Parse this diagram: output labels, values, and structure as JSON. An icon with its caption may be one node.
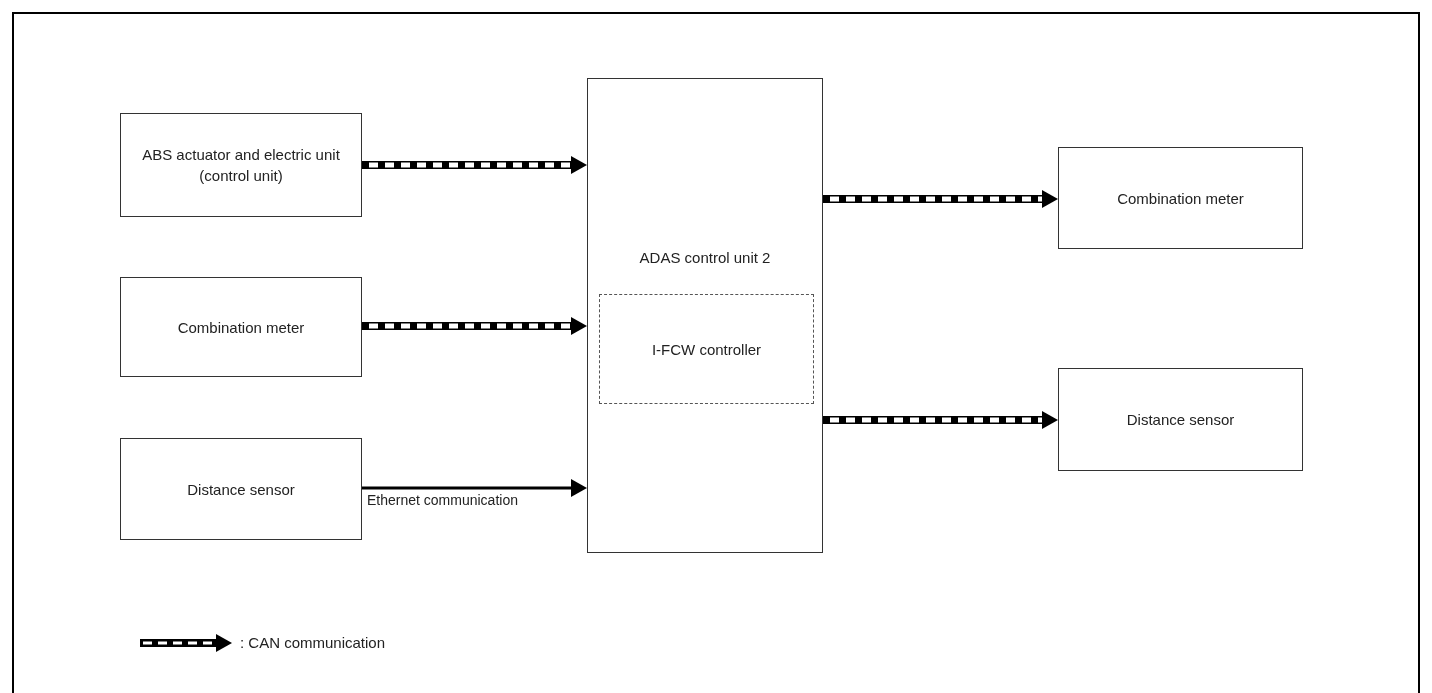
{
  "diagram": {
    "nodes": [
      {
        "text": [
          "ABS actuator and electric unit (control unit)"
        ]
      },
      {
        "text": [
          "Combination meter"
        ]
      },
      {
        "text": [
          "Distance sensor"
        ]
      },
      {
        "text": [
          "ADAS control unit 2"
        ]
      },
      {
        "text": [
          "I-FCW controller"
        ],
        "in": 3
      },
      {
        "text": [
          "Combination meter"
        ]
      },
      {
        "text": [
          "Distance sensor"
        ]
      }
    ],
    "edges": [
      {
        "from": 0,
        "to": 3,
        "arrow": "to",
        "style": "dashed"
      },
      {
        "from": 1,
        "to": 3,
        "arrow": "to",
        "style": "dashed"
      },
      {
        "from": 2,
        "to": 3,
        "arrow": "to",
        "label": "Ethernet communication"
      },
      {
        "from": 3,
        "to": 5,
        "arrow": "to",
        "style": "dashed"
      },
      {
        "from": 3,
        "to": 6,
        "arrow": "to",
        "style": "dashed"
      }
    ],
    "legend": [
      {
        "text": ": CAN communication"
      }
    ]
  }
}
